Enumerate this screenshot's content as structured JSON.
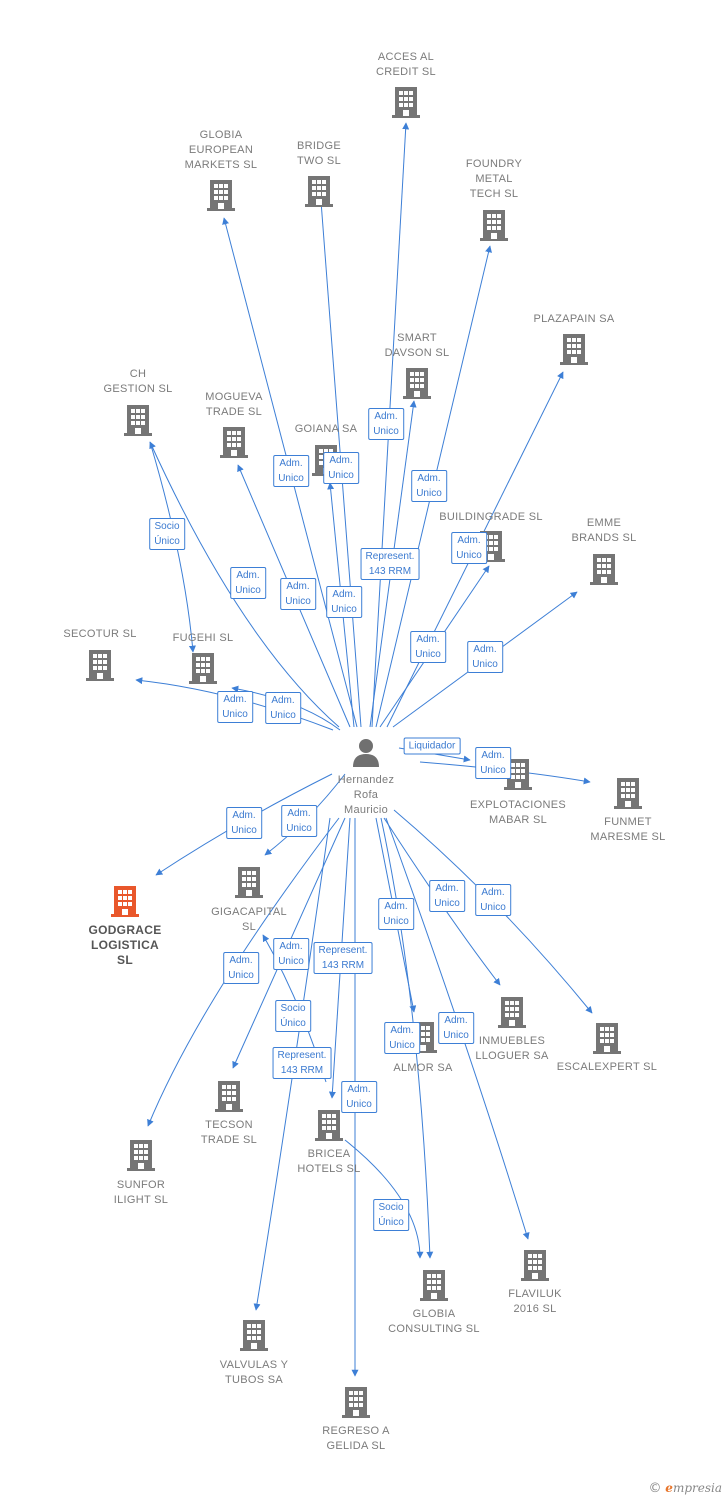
{
  "colors": {
    "edge": "#3d7fd6",
    "building": "#757575",
    "focus": "#e9572b",
    "person": "#707070"
  },
  "center": {
    "id": "hernandez",
    "label": "Hernandez\nRofa\nMauricio",
    "icon": "person-icon"
  },
  "nodes": [
    {
      "id": "acces",
      "label": "ACCES AL\nCREDIT  SL",
      "icon": "building-icon"
    },
    {
      "id": "globia_eu",
      "label": "GLOBIA\nEUROPEAN\nMARKETS  SL",
      "icon": "building-icon"
    },
    {
      "id": "bridge",
      "label": "BRIDGE\nTWO  SL",
      "icon": "building-icon"
    },
    {
      "id": "foundry",
      "label": "FOUNDRY\nMETAL\nTECH SL",
      "icon": "building-icon"
    },
    {
      "id": "plazapain",
      "label": "PLAZAPAIN SA",
      "icon": "building-icon"
    },
    {
      "id": "smart",
      "label": "SMART\nDAVSON  SL",
      "icon": "building-icon"
    },
    {
      "id": "ch",
      "label": "CH\nGESTION SL",
      "icon": "building-icon"
    },
    {
      "id": "mogueva",
      "label": "MOGUEVA\nTRADE  SL",
      "icon": "building-icon"
    },
    {
      "id": "goiana",
      "label": "GOIANA SA",
      "icon": "building-icon"
    },
    {
      "id": "buildingrade",
      "label": "BUILDINGRADE SL",
      "icon": "building-icon"
    },
    {
      "id": "emme",
      "label": "EMME\nBRANDS  SL",
      "icon": "building-icon"
    },
    {
      "id": "secotur",
      "label": "SECOTUR SL",
      "icon": "building-icon"
    },
    {
      "id": "fugehi",
      "label": "FUGEHI SL",
      "icon": "building-icon"
    },
    {
      "id": "explotaciones",
      "label": "EXPLOTACIONES\nMABAR  SL",
      "icon": "building-icon"
    },
    {
      "id": "funmet",
      "label": "FUNMET\nMARESME SL",
      "icon": "building-icon"
    },
    {
      "id": "godgrace",
      "label": "GODGRACE\nLOGISTICA\nSL",
      "icon": "building-icon",
      "focus": true
    },
    {
      "id": "gigacapital",
      "label": "GIGACAPITAL\nSL",
      "icon": "building-icon"
    },
    {
      "id": "inmuebles",
      "label": "INMUEBLES\nLLOGUER SA",
      "icon": "building-icon"
    },
    {
      "id": "escalexpert",
      "label": "ESCALEXPERT SL",
      "icon": "building-icon"
    },
    {
      "id": "almor",
      "label": "ALMOR SA",
      "icon": "building-icon"
    },
    {
      "id": "tecson",
      "label": "TECSON\nTRADE  SL",
      "icon": "building-icon"
    },
    {
      "id": "sunfor",
      "label": "SUNFOR\nILIGHT SL",
      "icon": "building-icon"
    },
    {
      "id": "bricea",
      "label": "BRICEA\nHOTELS  SL",
      "icon": "building-icon"
    },
    {
      "id": "globia_c",
      "label": "GLOBIA\nCONSULTING SL",
      "icon": "building-icon"
    },
    {
      "id": "flaviluk",
      "label": "FLAVILUK\n2016  SL",
      "icon": "building-icon"
    },
    {
      "id": "valvulas",
      "label": "VALVULAS Y\nTUBOS SA",
      "icon": "building-icon"
    },
    {
      "id": "regreso",
      "label": "REGRESO A\nGELIDA SL",
      "icon": "building-icon"
    }
  ],
  "edges": [
    {
      "from": "hernandez",
      "to": "acces",
      "label": "Adm.\nUnico"
    },
    {
      "from": "hernandez",
      "to": "globia_eu",
      "label": "Adm.\nUnico"
    },
    {
      "from": "hernandez",
      "to": "bridge",
      "label": "Adm.\nUnico"
    },
    {
      "from": "hernandez",
      "to": "foundry",
      "label": "Adm.\nUnico"
    },
    {
      "from": "hernandez",
      "to": "plazapain",
      "label": "Adm.\nUnico"
    },
    {
      "from": "hernandez",
      "to": "smart",
      "label": "Represent.\n143 RRM"
    },
    {
      "from": "hernandez",
      "to": "ch",
      "label": "Adm.\nUnico"
    },
    {
      "from": "hernandez",
      "to": "mogueva",
      "label": "Adm.\nUnico"
    },
    {
      "from": "hernandez",
      "to": "goiana",
      "label": "Adm.\nUnico"
    },
    {
      "from": "hernandez",
      "to": "buildingrade",
      "label": "Adm.\nUnico"
    },
    {
      "from": "hernandez",
      "to": "emme",
      "label": "Adm.\nUnico"
    },
    {
      "from": "ch",
      "to": "fugehi",
      "label": "Socio\nÚnico"
    },
    {
      "from": "hernandez",
      "to": "secotur",
      "label": "Adm.\nUnico"
    },
    {
      "from": "hernandez",
      "to": "fugehi",
      "label": "Adm.\nUnico"
    },
    {
      "from": "hernandez",
      "to": "explotaciones",
      "label": "Liquidador"
    },
    {
      "from": "hernandez",
      "to": "funmet",
      "label": "Adm.\nUnico"
    },
    {
      "from": "hernandez",
      "to": "godgrace",
      "label": "Adm.\nUnico"
    },
    {
      "from": "hernandez",
      "to": "gigacapital",
      "label": "Adm.\nUnico"
    },
    {
      "from": "hernandez",
      "to": "inmuebles",
      "label": "Adm.\nUnico"
    },
    {
      "from": "hernandez",
      "to": "escalexpert",
      "label": "Adm.\nUnico"
    },
    {
      "from": "hernandez",
      "to": "almor",
      "label": "Adm.\nUnico"
    },
    {
      "from": "hernandez",
      "to": "tecson",
      "label": "Adm.\nUnico"
    },
    {
      "from": "hernandez",
      "to": "sunfor",
      "label": "Adm.\nUnico"
    },
    {
      "from": "hernandez",
      "to": "bricea",
      "label": "Represent.\n143 RRM"
    },
    {
      "from": "bricea",
      "to": "gigacapital",
      "label": "Socio\nÚnico"
    },
    {
      "from": "hernandez",
      "to": "valvulas",
      "label": "Represent.\n143 RRM"
    },
    {
      "from": "hernandez",
      "to": "regreso",
      "label": "Adm.\nUnico"
    },
    {
      "from": "hernandez",
      "to": "globia_c",
      "label": "Adm.\nUnico"
    },
    {
      "from": "bricea",
      "to": "globia_c",
      "label": "Socio\nÚnico"
    },
    {
      "from": "hernandez",
      "to": "flaviluk",
      "label": "Adm.\nUnico"
    }
  ],
  "footer": {
    "copyright": "©",
    "brand_initial": "e",
    "brand_rest": "mpresia"
  }
}
